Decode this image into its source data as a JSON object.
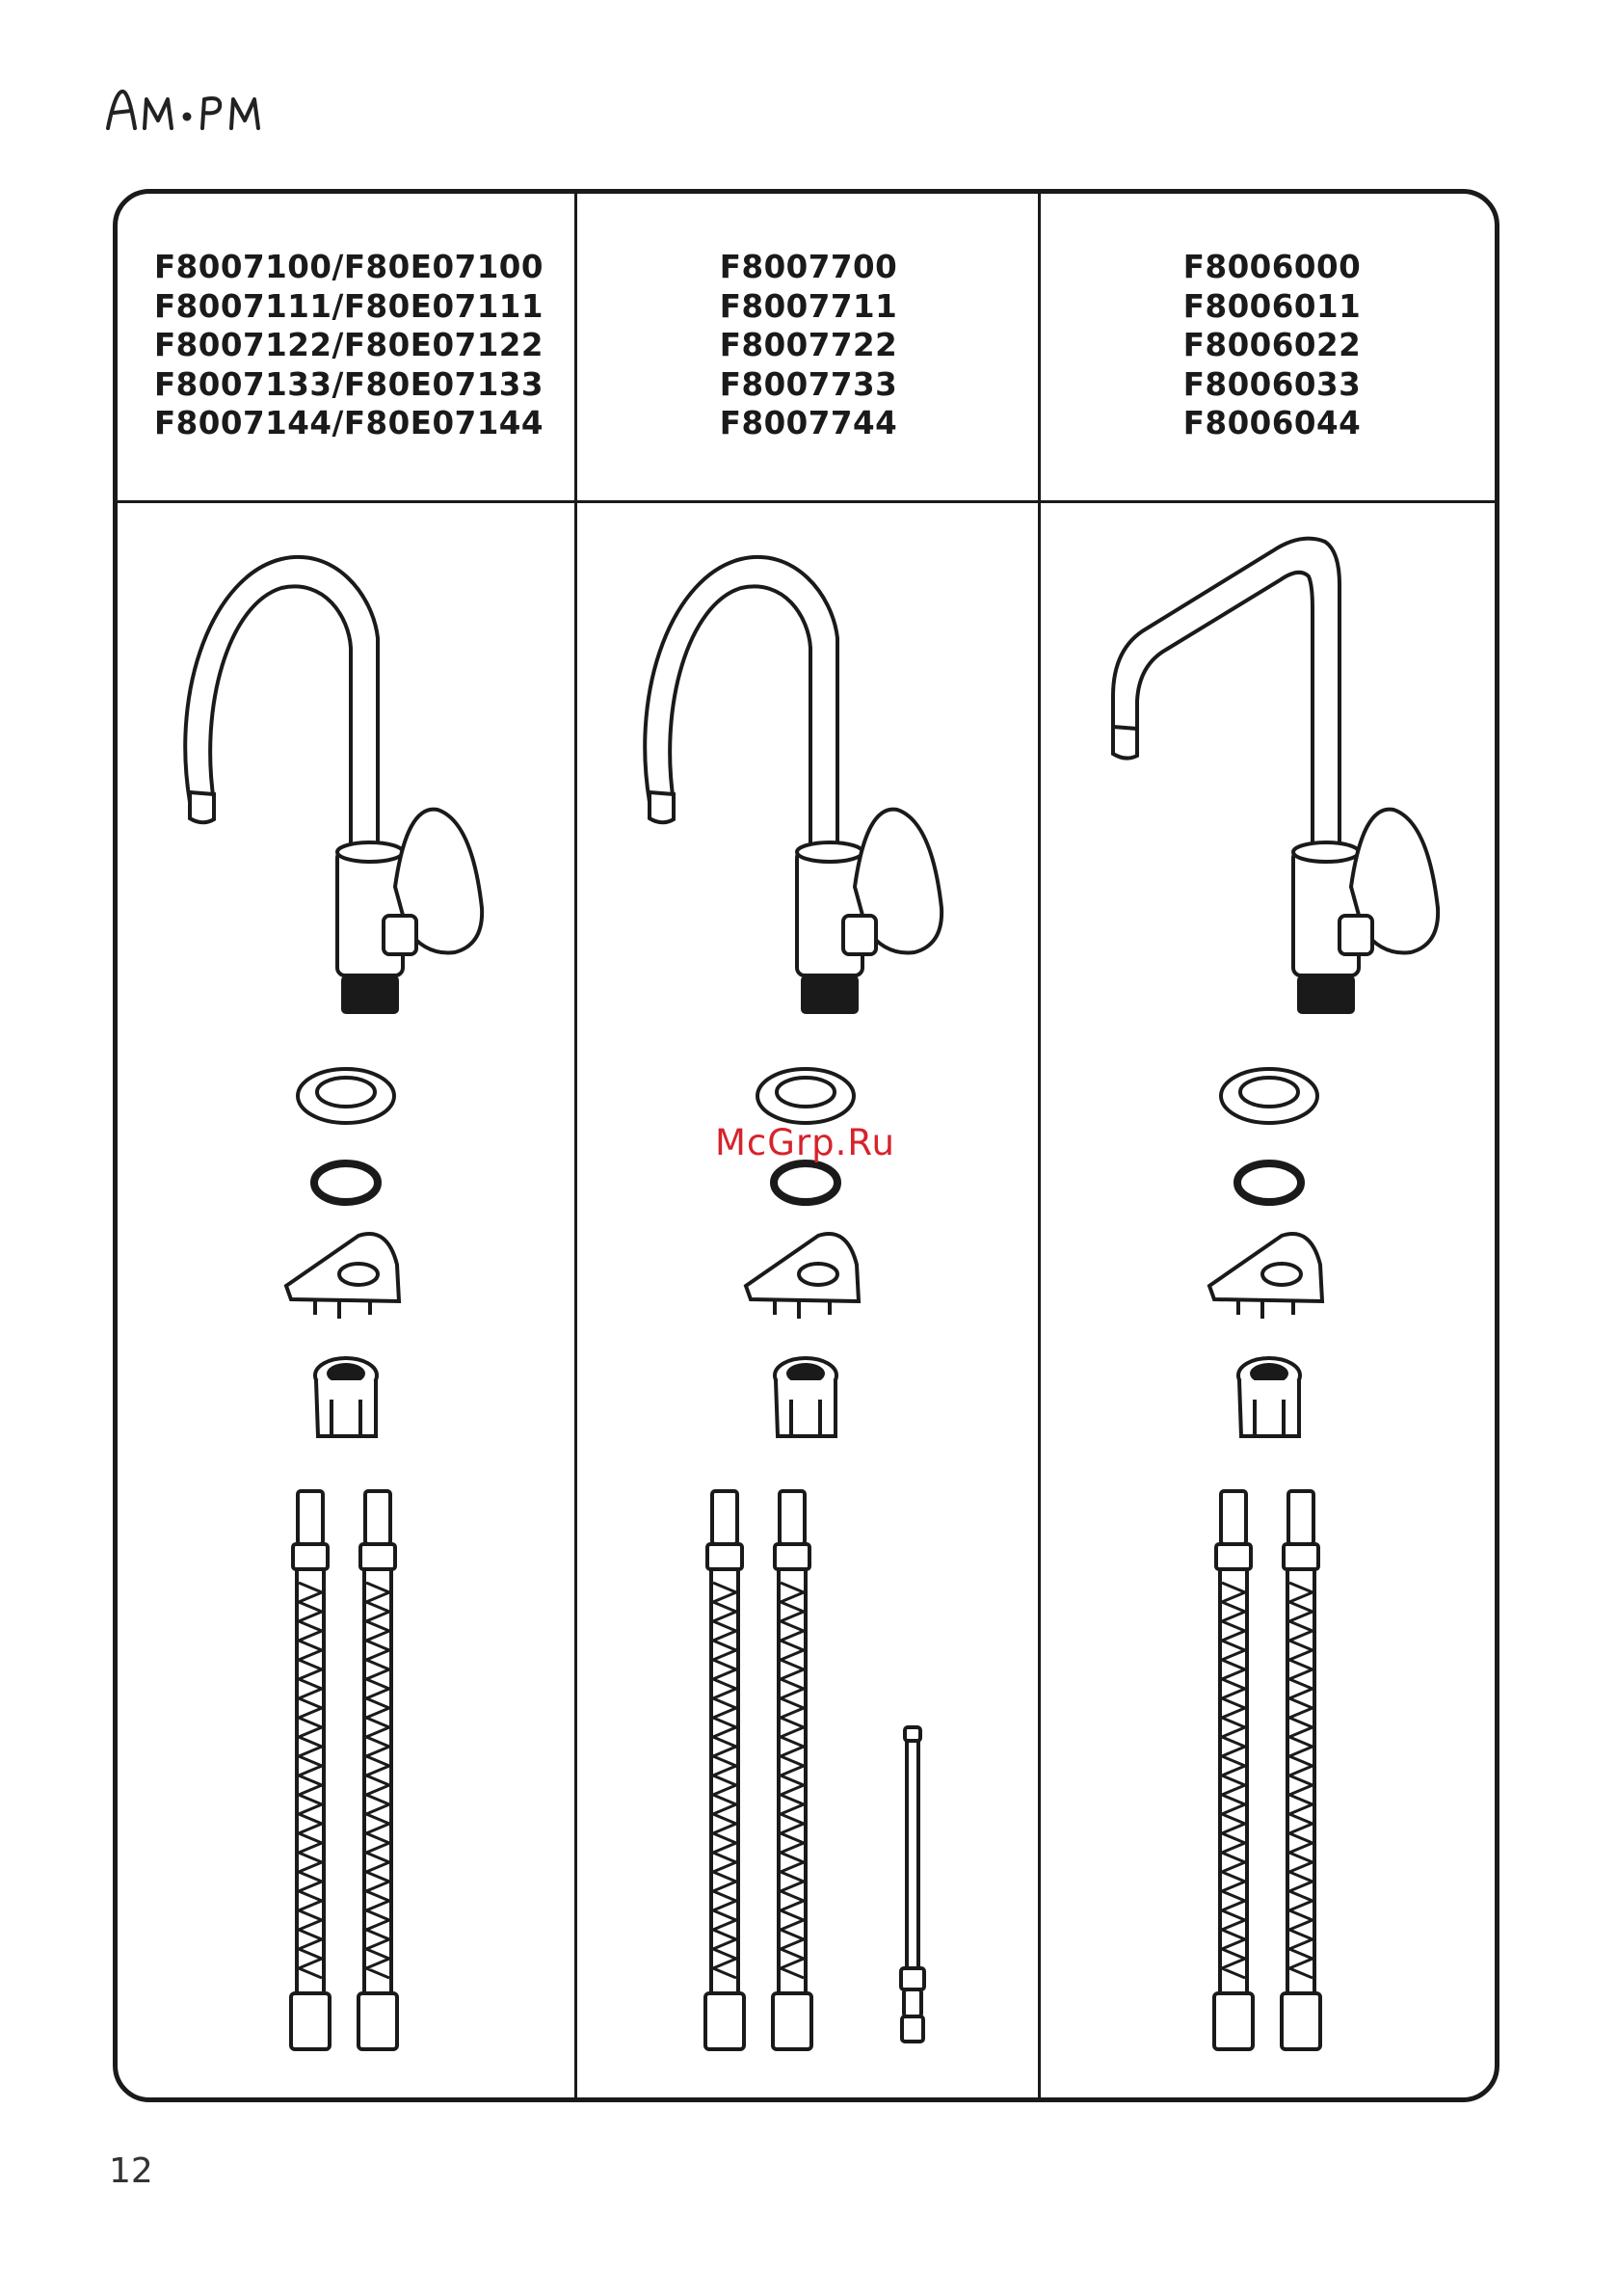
{
  "brand": {
    "logo_text": "AM·PM"
  },
  "table": {
    "columns": [
      {
        "codes": [
          "F8007100/F80E07100",
          "F8007111/F80E07111",
          "F8007122/F80E07122",
          "F8007133/F80E07133",
          "F8007144/F80E07144"
        ],
        "spout": "arc",
        "hose_count": 2,
        "has_rod": false
      },
      {
        "codes": [
          "F8007700",
          "F8007711",
          "F8007722",
          "F8007733",
          "F8007744"
        ],
        "spout": "arc",
        "hose_count": 2,
        "has_rod": true
      },
      {
        "codes": [
          "F8006000",
          "F8006011",
          "F8006022",
          "F8006033",
          "F8006044"
        ],
        "spout": "angular",
        "hose_count": 2,
        "has_rod": false
      }
    ],
    "parts_per_column": [
      "faucet-icon",
      "flat-washer-icon",
      "o-ring-icon",
      "mounting-plate-icon",
      "mounting-nut-icon",
      "flex-hose-icon"
    ]
  },
  "watermark": "McGrp.Ru",
  "page_number": "12"
}
